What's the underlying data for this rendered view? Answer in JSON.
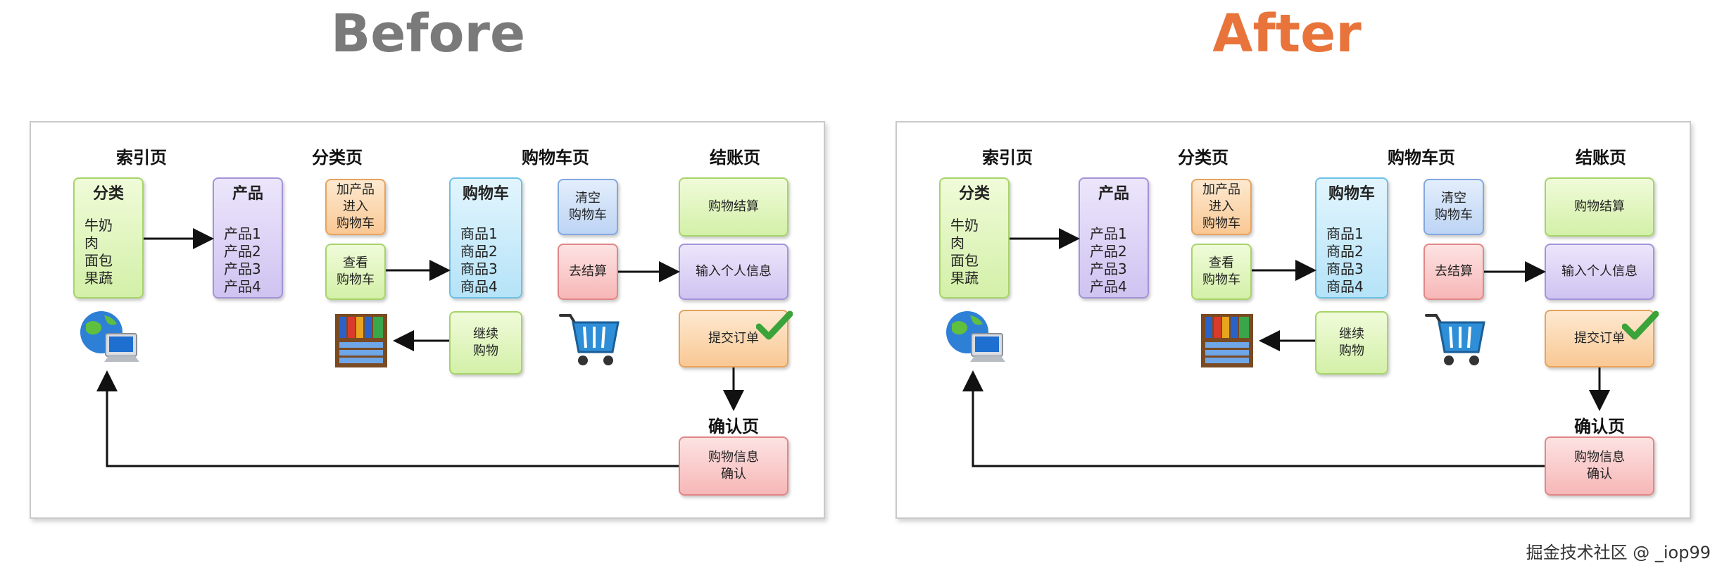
{
  "headings": {
    "before": "Before",
    "after": "After"
  },
  "columns": {
    "index": "索引页",
    "category": "分类页",
    "cart": "购物车页",
    "checkout": "结账页"
  },
  "boxes": {
    "category": {
      "title": "分类",
      "items": [
        "牛奶",
        "肉",
        "面包",
        "果蔬"
      ]
    },
    "product": {
      "title": "产品",
      "items": [
        "产品1",
        "产品2",
        "产品3",
        "产品4"
      ]
    },
    "add_to_cart": "加产品\n进入\n购物车",
    "view_cart": "查看\n购物车",
    "cart": {
      "title": "购物车",
      "items": [
        "商品1",
        "商品2",
        "商品3",
        "商品4"
      ]
    },
    "clear_cart": "清空\n购物车",
    "go_checkout": "去结算",
    "continue_shopping": "继续\n购物",
    "checkout_summary": "购物结算",
    "input_info": "输入个人信息",
    "submit_order": "提交订单",
    "confirm_title": "确认页",
    "confirm_info": "购物信息\n确认"
  },
  "icons": [
    "globe-computer-icon",
    "bookshelf-icon",
    "shopping-cart-icon",
    "checkmark-icon"
  ],
  "colors": {
    "before": "#7a7a7a",
    "after": "#e8743b"
  },
  "watermark": "掘金技术社区 @ _iop99"
}
